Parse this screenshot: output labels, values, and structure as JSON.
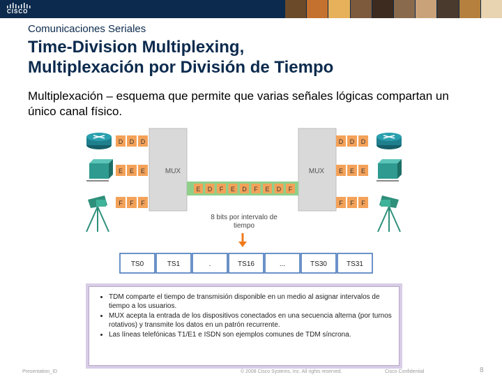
{
  "header": {
    "logo_text": "CISCO",
    "photo_colors": [
      "#6b4a2a",
      "#c4702e",
      "#e6b15a",
      "#7d5a3c",
      "#3d2b1f",
      "#8a6a4d",
      "#c9a27a",
      "#4a3a2e",
      "#b5803e",
      "#e8d4b0"
    ]
  },
  "slide": {
    "section": "Comunicaciones Seriales",
    "title_line1": "Time-Division Multiplexing,",
    "title_line2": "Multiplexación por División de Tiempo",
    "description": "Multiplexación – esquema que permite que varias señales lógicas compartan un único canal físico."
  },
  "diagram": {
    "mux_left": "MUX",
    "mux_right": "MUX",
    "d": "D",
    "e": "E",
    "f": "F",
    "stream": [
      "E",
      "D",
      "F",
      "E",
      "D",
      "F",
      "E",
      "D",
      "F"
    ],
    "interval_label": "8 bits por intervalo de tiempo",
    "timeslots": [
      "TS0",
      "TS1",
      ".",
      "TS16",
      "...",
      "TS30",
      "TS31"
    ]
  },
  "callout": {
    "bullets": [
      "TDM comparte el tiempo de transmisión disponible en un medio al asignar intervalos de tiempo a los usuarios.",
      "MUX acepta la entrada de los dispositivos conectados en una secuencia alterna (por turnos rotativos) y transmite los datos en un patrón recurrente.",
      "Las líneas telefónicas T1/E1 e ISDN son ejemplos comunes de TDM síncrona."
    ]
  },
  "footer": {
    "presentation_id": "Presentation_ID",
    "copyright": "© 2008 Cisco Systems, Inc. All rights reserved.",
    "confidential": "Cisco Confidential",
    "page": "8"
  },
  "colors": {
    "navy": "#0b2a4d",
    "router": "#1f7f8c",
    "switch": "#2f9a8f",
    "camera": "#2e8f7a",
    "letter_cell": "#f4a259",
    "mux_box": "#d9d9d9",
    "bus": "#8fcf8a",
    "arrow": "#f07a1c",
    "callout_border": "#b7a5c9"
  }
}
